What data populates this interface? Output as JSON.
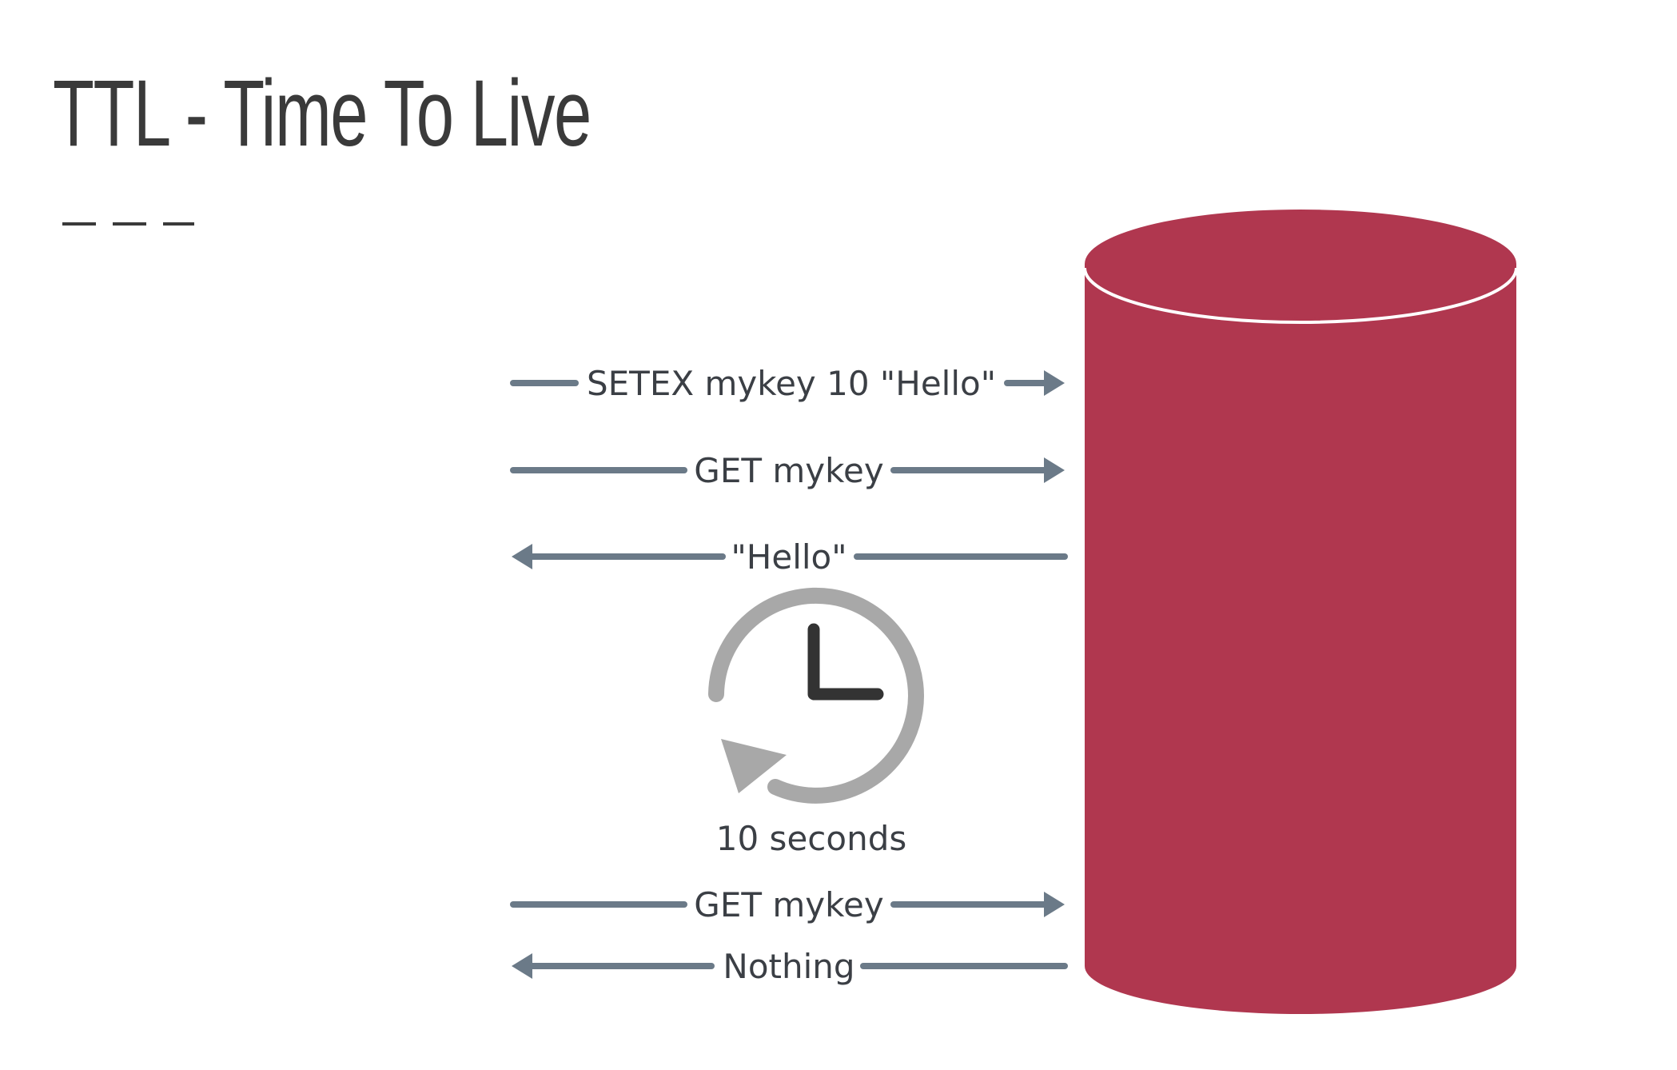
{
  "slide": {
    "title": "TTL - Time To Live"
  },
  "diagram": {
    "database_color": "#b0374f",
    "arrow_color": "#6b7a88",
    "clock_icon": "clock-with-counterclockwise-arrow",
    "messages": [
      {
        "label": "SETEX mykey 10 \"Hello\"",
        "direction": "to-database"
      },
      {
        "label": "GET mykey",
        "direction": "to-database"
      },
      {
        "label": "\"Hello\"",
        "direction": "from-database"
      },
      {
        "label": "GET mykey",
        "direction": "to-database"
      },
      {
        "label": "Nothing",
        "direction": "from-database"
      }
    ],
    "timer_label": "10 seconds"
  }
}
